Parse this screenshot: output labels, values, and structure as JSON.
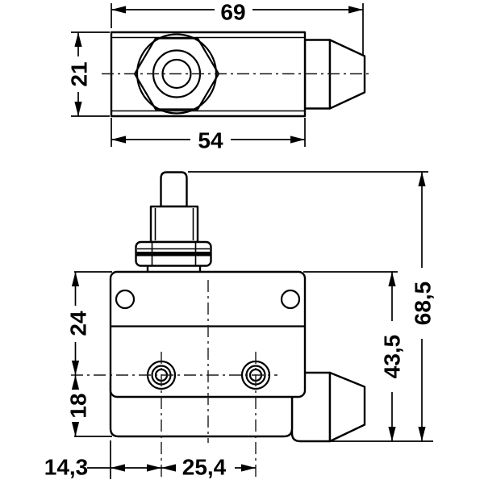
{
  "drawing": {
    "title": "limit-switch-dimension-drawing",
    "units_style": "decimal-comma",
    "colors": {
      "line": "#000000",
      "background": "#ffffff",
      "centerline": "#1a1a1a"
    },
    "dims": {
      "overall_length": "69",
      "top_height": "21",
      "body_length": "54",
      "top_to_axis": "24",
      "axis_to_bottom": "18",
      "edge_to_hole": "14,3",
      "hole_spacing": "25,4",
      "body_height": "43,5",
      "overall_height": "68,5"
    }
  }
}
